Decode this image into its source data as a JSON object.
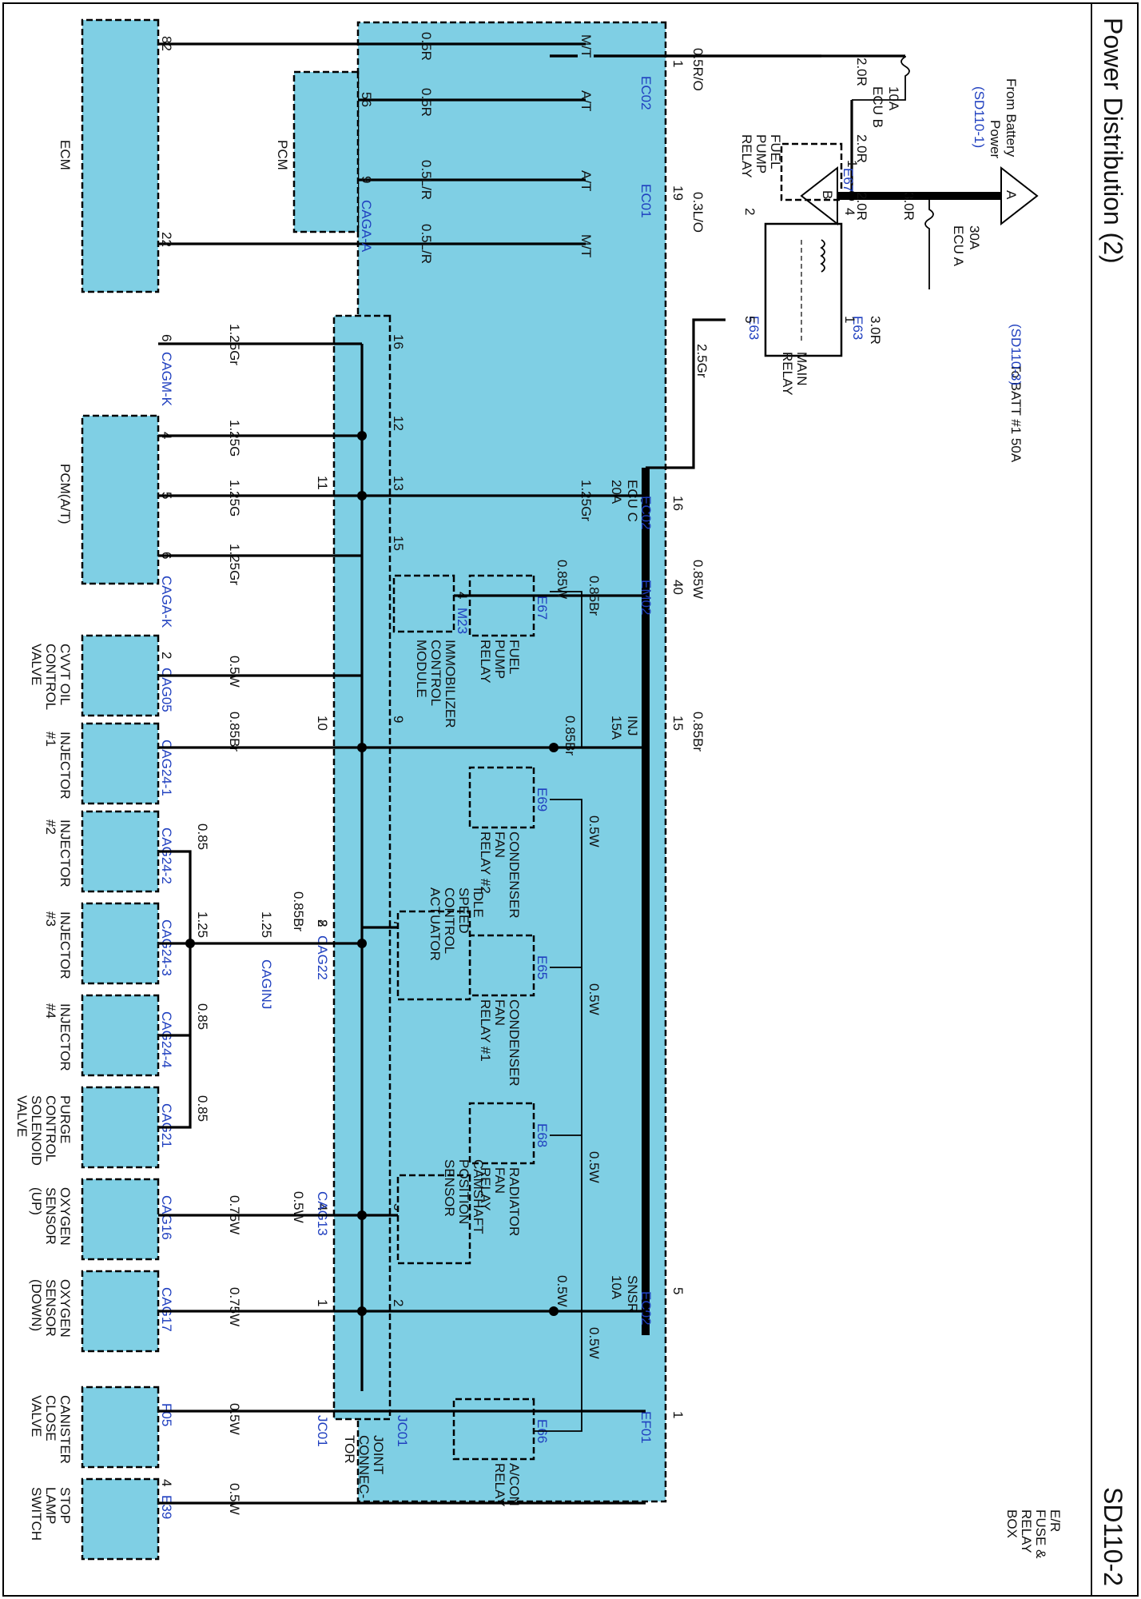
{
  "header": {
    "title": "Power Distribution (2)",
    "page": "SD110-2"
  },
  "battery": {
    "from": "From Battery",
    "power": "Power",
    "from_ref": "(SD110-1)",
    "conn_a": "A",
    "conn_b": "B",
    "to": "To BATT #1  50A",
    "to_ref": "(SD110-3)"
  },
  "box": {
    "name_line1": "E/R",
    "name_line2": "FUSE &",
    "name_line3": "RELAY",
    "name_line4": "BOX"
  },
  "fuses": [
    {
      "name": "ECU B",
      "rating": "10A"
    },
    {
      "name": "ECU A",
      "rating": "30A"
    },
    {
      "name": "ECU C",
      "rating": "20A"
    },
    {
      "name": "INJ",
      "rating": "15A"
    },
    {
      "name": "SNSR",
      "rating": "10A"
    }
  ],
  "relays": {
    "fuel_pump": {
      "l1": "FUEL",
      "l2": "PUMP",
      "l3": "RELAY",
      "conn": "E67"
    },
    "main": {
      "l1": "MAIN",
      "l2": "RELAY",
      "conn": "E63"
    },
    "cond2": {
      "l1": "CONDENSER",
      "l2": "FAN",
      "l3": "RELAY #2",
      "conn": "E69"
    },
    "cond1": {
      "l1": "CONDENSER",
      "l2": "FAN",
      "l3": "RELAY #1",
      "conn": "E65"
    },
    "rad": {
      "l1": "RADIATOR",
      "l2": "FAN",
      "l3": "RELAY",
      "conn": "E68"
    },
    "acon": {
      "l1": "A/CON",
      "l2": "RELAY",
      "conn": "E66"
    }
  },
  "wires": {
    "w20R": "2.0R",
    "w30R": "3.0R",
    "w25Gr": "2.5Gr",
    "w125Gr": "1.25Gr",
    "w085Br": "0.85Br",
    "w085W": "0.85W",
    "w05W": "0.5W",
    "w05R": "0.5R",
    "w05RO": "0.5R/O",
    "w05LR": "0.5L/R",
    "w03LO": "0.3L/O",
    "w125G": "1.25G",
    "w075W": "0.75W",
    "w125": "1.25",
    "w085": "0.85"
  },
  "tags": {
    "mt": "M/T",
    "at": "A/T"
  },
  "pins": {
    "p1": "1",
    "p2": "2",
    "p3": "3",
    "p4": "4",
    "p5": "5",
    "p6": "6",
    "p7": "7",
    "p8": "8",
    "p9": "9",
    "p10": "10",
    "p11": "11",
    "p12": "12",
    "p13": "13",
    "p15": "15",
    "p16": "16",
    "p19": "19",
    "p22": "22",
    "p40": "40",
    "p56": "56",
    "p82": "82"
  },
  "connectors": {
    "EC02": "EC02",
    "EC01": "EC01",
    "EM02": "EM02",
    "EF01": "EF01",
    "M23": "M23",
    "CAGA_A": "CAGA-A",
    "CAGM_K": "CAGM-K",
    "CAGA_K": "CAGA-K",
    "CAG05": "CAG05",
    "CAG24_1": "CAG24-1",
    "CAG24_2": "CAG24-2",
    "CAG24_3": "CAG24-3",
    "CAG24_4": "CAG24-4",
    "CAG21": "CAG21",
    "CAG16": "CAG16",
    "CAG17": "CAG17",
    "CAG22": "CAG22",
    "CAG13": "CAG13",
    "CAGINJ": "CAGINJ",
    "JC01": "JC01",
    "F05": "F05",
    "E39": "E39"
  },
  "components": {
    "ecm": "ECM",
    "pcm": "PCM",
    "pcm_at": "PCM(A/T)",
    "immo": {
      "l1": "IMMOBILIZER",
      "l2": "CONTROL",
      "l3": "MODULE"
    },
    "isc": {
      "l1": "IDLE",
      "l2": "SPEED",
      "l3": "CONTROL",
      "l4": "ACTUATOR"
    },
    "cmp": {
      "l1": "CAMSHAFT",
      "l2": "POSITION",
      "l3": "SENSOR"
    },
    "jc": {
      "l1": "JOINT",
      "l2": "CONNEC-",
      "l3": "TOR"
    },
    "cvvt": {
      "l1": "CVVT OIL",
      "l2": "CONTROL",
      "l3": "VALVE"
    },
    "inj1": {
      "l1": "INJECTOR",
      "l2": "#1"
    },
    "inj2": {
      "l1": "INJECTOR",
      "l2": "#2"
    },
    "inj3": {
      "l1": "INJECTOR",
      "l2": "#3"
    },
    "inj4": {
      "l1": "INJECTOR",
      "l2": "#4"
    },
    "purge": {
      "l1": "PURGE",
      "l2": "CONTROL",
      "l3": "SOLENOID",
      "l4": "VALVE"
    },
    "o2up": {
      "l1": "OXYGEN",
      "l2": "SENSOR",
      "l3": "(UP)"
    },
    "o2down": {
      "l1": "OXYGEN",
      "l2": "SENSOR",
      "l3": "(DOWN)"
    },
    "canister": {
      "l1": "CANISTER",
      "l2": "CLOSE",
      "l3": "VALVE"
    },
    "stop": {
      "l1": "STOP",
      "l2": "LAMP",
      "l3": "SWITCH"
    }
  }
}
